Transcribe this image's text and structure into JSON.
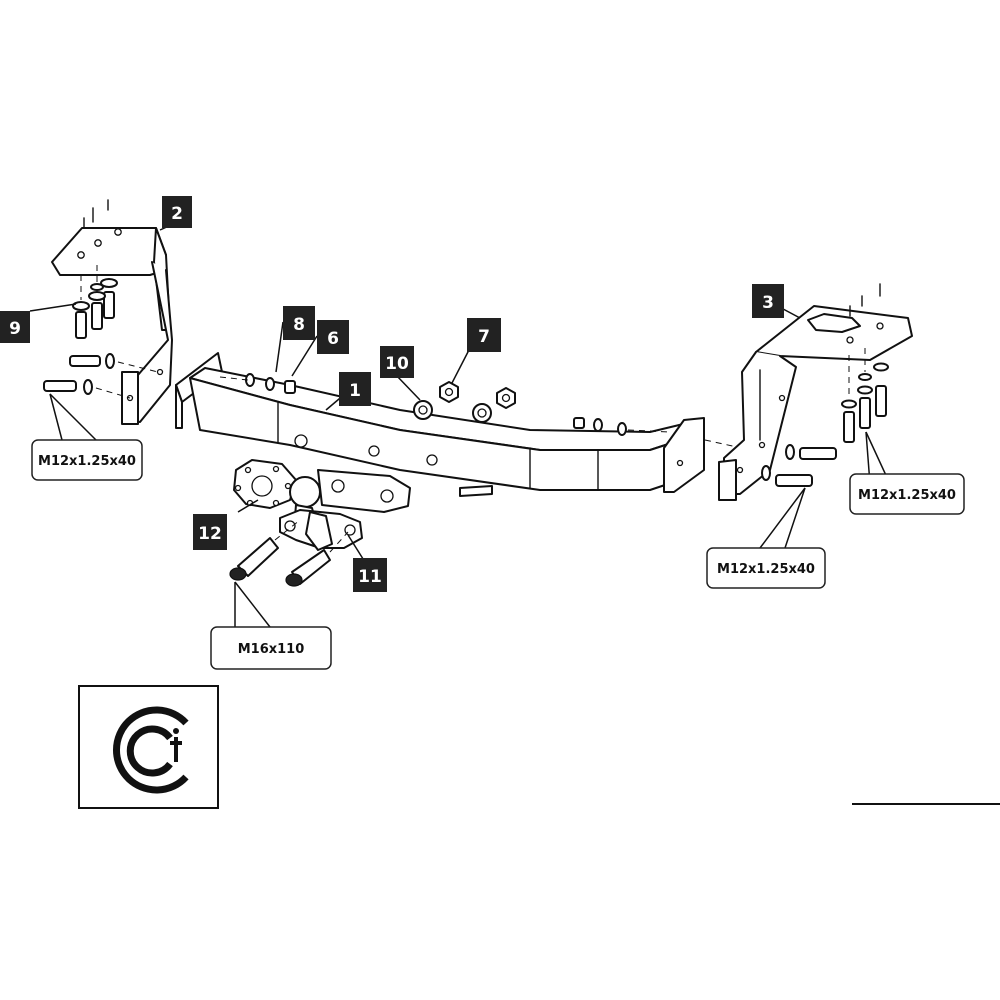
{
  "labels": {
    "p1": "1",
    "p2": "2",
    "p3": "3",
    "p6": "6",
    "p7": "7",
    "p8": "8",
    "p9": "9",
    "p10": "10",
    "p11": "11",
    "p12": "12"
  },
  "specs": {
    "left_bolt": "M12x1.25x40",
    "right_bolt_upper": "M12x1.25x40",
    "right_bolt_lower": "M12x1.25x40",
    "ball_bolt": "M16x110"
  },
  "certification": {
    "mark": "CTP",
    "mark_icon": "certification-mark-icon"
  },
  "colors": {
    "line": "#111111",
    "tag_fill": "#222222",
    "tag_text": "#ffffff",
    "background": "#ffffff"
  }
}
